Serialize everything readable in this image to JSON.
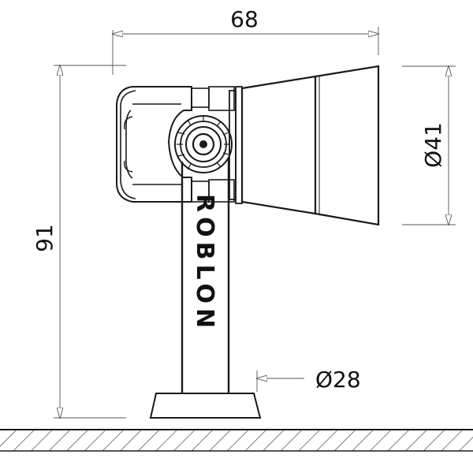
{
  "dimensions": {
    "width": "68",
    "height": "91",
    "head_diameter": "Ø41",
    "base_diameter": "Ø28"
  },
  "brand": {
    "text": "ROBLON"
  },
  "colors": {
    "line": "#1a1a1a",
    "dimension_line": "#555555",
    "background": "#ffffff"
  }
}
